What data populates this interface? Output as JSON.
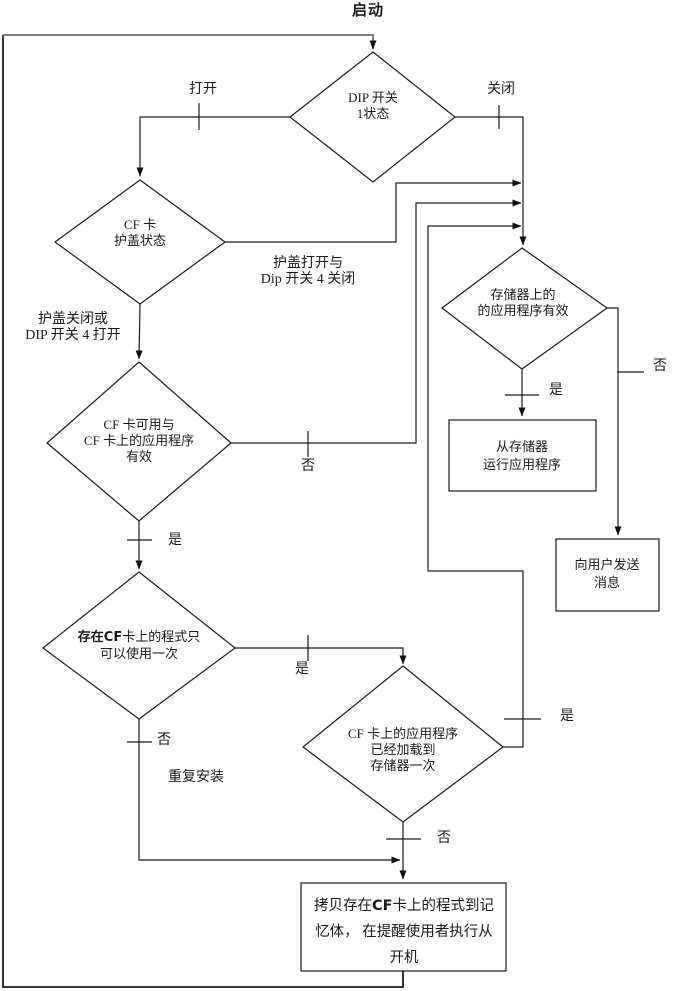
{
  "diagram": {
    "start_label": "启动",
    "nodes": {
      "dip_switch": {
        "line1": "DIP 开关",
        "line2": "1状态"
      },
      "cf_cover": {
        "line1": "CF 卡",
        "line2": "护盖状态"
      },
      "cf_available": {
        "line1": "CF 卡可用与",
        "line2": "CF 卡上的应用程序",
        "line3": "有效"
      },
      "cf_once": {
        "line1_bold": "存在CF",
        "line1_rest": "卡上的程式只",
        "line2": "可以使用一次"
      },
      "cf_loaded": {
        "line1": "CF 卡上的应用程序",
        "line2": "已经加载到",
        "line3": "存储器一次"
      },
      "mem_valid": {
        "line1": "存储器上的",
        "line2": "的应用程序有效"
      },
      "run_from_mem": {
        "line1": "从存储器",
        "line2": "运行应用程序"
      },
      "send_msg": {
        "line1": "向用户发送",
        "line2": "消息"
      },
      "copy_program": {
        "line1_pre": "拷贝存在",
        "line1_bold": "CF",
        "line1_rest": "卡上的程式到记",
        "line2": "忆体， 在提醒使用者执行从",
        "line3": "开机"
      }
    },
    "edge_labels": {
      "open": "打开",
      "closed": "关闭",
      "cover_open": {
        "line1": "护盖打开与",
        "line2": "Dip 开关 4 关闭"
      },
      "cover_closed": {
        "line1": "护盖关闭或",
        "line2": "DIP 开关 4 打开"
      },
      "yes_cf_available": "是",
      "no_cf_available": "否",
      "yes_cf_once": "是",
      "no_cf_once": "否",
      "reinstall": "重复安装",
      "yes_cf_loaded": "是",
      "no_cf_loaded": "否",
      "yes_mem_valid": "是",
      "no_mem_valid": "否"
    },
    "colors": {
      "line": "#1a1a1a",
      "loop_line": "#808080",
      "shape_fill": "#ffffff",
      "text": "#1a1a1a"
    }
  }
}
